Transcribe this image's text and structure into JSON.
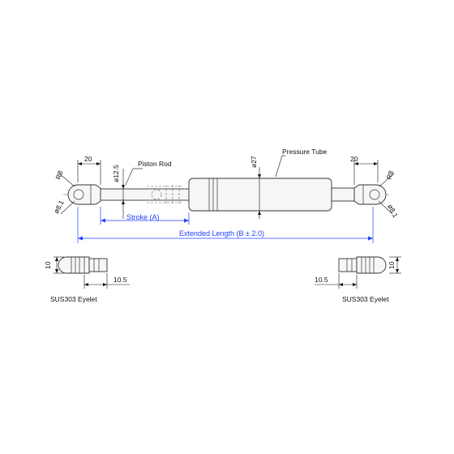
{
  "labels": {
    "piston_rod": "Piston Rod",
    "pressure_tube": "Pressure Tube",
    "stroke": "Stroke (A)",
    "extended_length": "Extended Length (B ± 2.0)",
    "eyelet_left": "SUS303 Eyelet",
    "eyelet_right": "SUS303 Eyelet"
  },
  "dimensions": {
    "eyelet_len_left": "20",
    "eyelet_len_right": "20",
    "radius_left": "R8",
    "radius_right": "R8",
    "hole_dia_left": "ø8.1",
    "hole_dia_right": "ø8.1",
    "rod_dia": "ø12.5",
    "tube_dia": "ø27",
    "eyelet_height_left": "10",
    "eyelet_height_right": "10",
    "eyelet_thread_left": "10.5",
    "eyelet_thread_right": "10.5"
  },
  "colors": {
    "line": "#333333",
    "dimension_blue": "#2040ff",
    "part_fill": "#f6f6f6"
  }
}
